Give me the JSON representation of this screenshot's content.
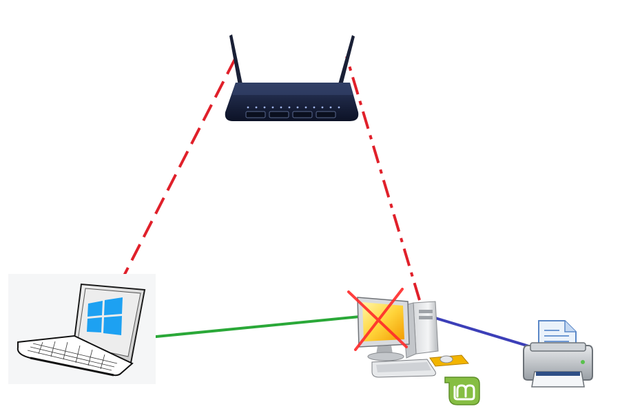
{
  "diagram": {
    "nodes": [
      {
        "id": "router",
        "icon": "wireless-router-icon"
      },
      {
        "id": "laptop",
        "icon": "windows-laptop-icon",
        "os_logo": "windows-logo-icon"
      },
      {
        "id": "desktop",
        "icon": "desktop-computer-icon",
        "status": "crossed-out",
        "os_logo": "linux-mint-logo-icon"
      },
      {
        "id": "printer",
        "icon": "printer-icon"
      }
    ],
    "links": [
      {
        "from": "laptop",
        "to": "router",
        "style": "dashed",
        "color": "#e0202a",
        "kind": "wireless"
      },
      {
        "from": "desktop",
        "to": "router",
        "style": "dashed",
        "color": "#e0202a",
        "kind": "wireless"
      },
      {
        "from": "laptop",
        "to": "desktop",
        "style": "solid",
        "color": "#2aa838",
        "kind": "wired"
      },
      {
        "from": "desktop",
        "to": "printer",
        "style": "solid",
        "color": "#3c3fb8",
        "kind": "wired"
      }
    ],
    "colors": {
      "router_body": "#1d2742",
      "windows_blue": "#1da1f2",
      "mint_green": "#86be43",
      "cross_red": "#ff2a2a",
      "monitor_yellow": "#f7b500"
    }
  }
}
